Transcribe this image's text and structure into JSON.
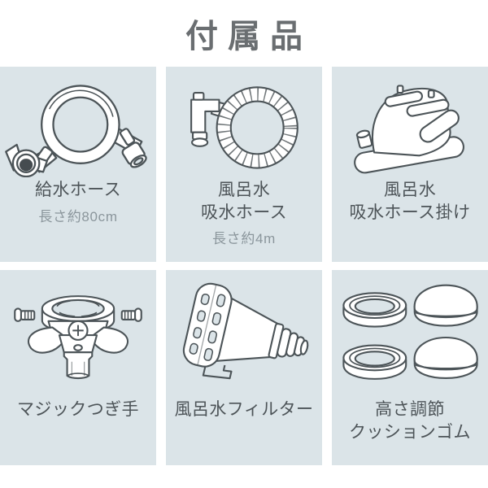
{
  "page": {
    "title": "付属品"
  },
  "items": [
    {
      "id": "supply-hose",
      "label": "給水ホース",
      "note": "長さ約80cm",
      "illustration": "water-supply-hose-coil-with-faucet-connector"
    },
    {
      "id": "bath-suction-hose",
      "label_line1": "風呂水",
      "label_line2": "吸水ホース",
      "note": "長さ約4m",
      "illustration": "corrugated-bath-water-suction-hose-with-elbow"
    },
    {
      "id": "bath-suction-hose-hook",
      "label_line1": "風呂水",
      "label_line2": "吸水ホース掛け",
      "illustration": "bath-water-suction-hose-hanger-bracket"
    },
    {
      "id": "magic-joint",
      "label": "マジックつぎ手",
      "illustration": "magic-tap-joint-coupling"
    },
    {
      "id": "bath-water-filter",
      "label": "風呂水フィルター",
      "illustration": "bath-water-filter-strainer"
    },
    {
      "id": "cushion-rubber",
      "label_line1": "高さ調節",
      "label_line2": "クッションゴム",
      "illustration": "four-height-adjust-rubber-cushions"
    }
  ],
  "colors": {
    "card_background": "#dbe4e8",
    "page_background": "#ffffff",
    "title_text": "#6a6e71",
    "label_text": "#4d5458",
    "note_text": "#8b969c",
    "line_art_stroke": "#4c5458"
  }
}
